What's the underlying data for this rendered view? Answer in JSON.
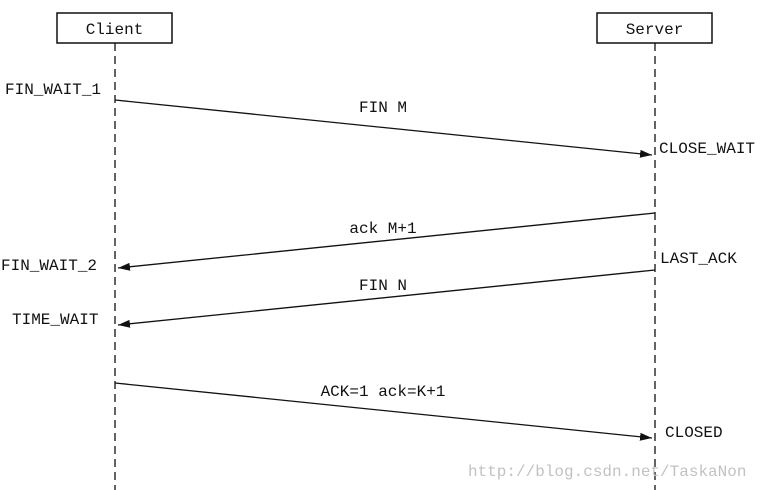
{
  "participants": {
    "client": "Client",
    "server": "Server"
  },
  "client_states": [
    "FIN_WAIT_1",
    "FIN_WAIT_2",
    "TIME_WAIT"
  ],
  "server_states": [
    "CLOSE_WAIT",
    "LAST_ACK",
    "CLOSED"
  ],
  "messages": [
    {
      "label": "FIN M"
    },
    {
      "label": "ack M+1"
    },
    {
      "label": "FIN N"
    },
    {
      "label": "ACK=1 ack=K+1"
    }
  ],
  "watermark": "http://blog.csdn.net/TaskaNon",
  "colors": {
    "line": "#111111",
    "watermark": "#c2c2c2"
  }
}
